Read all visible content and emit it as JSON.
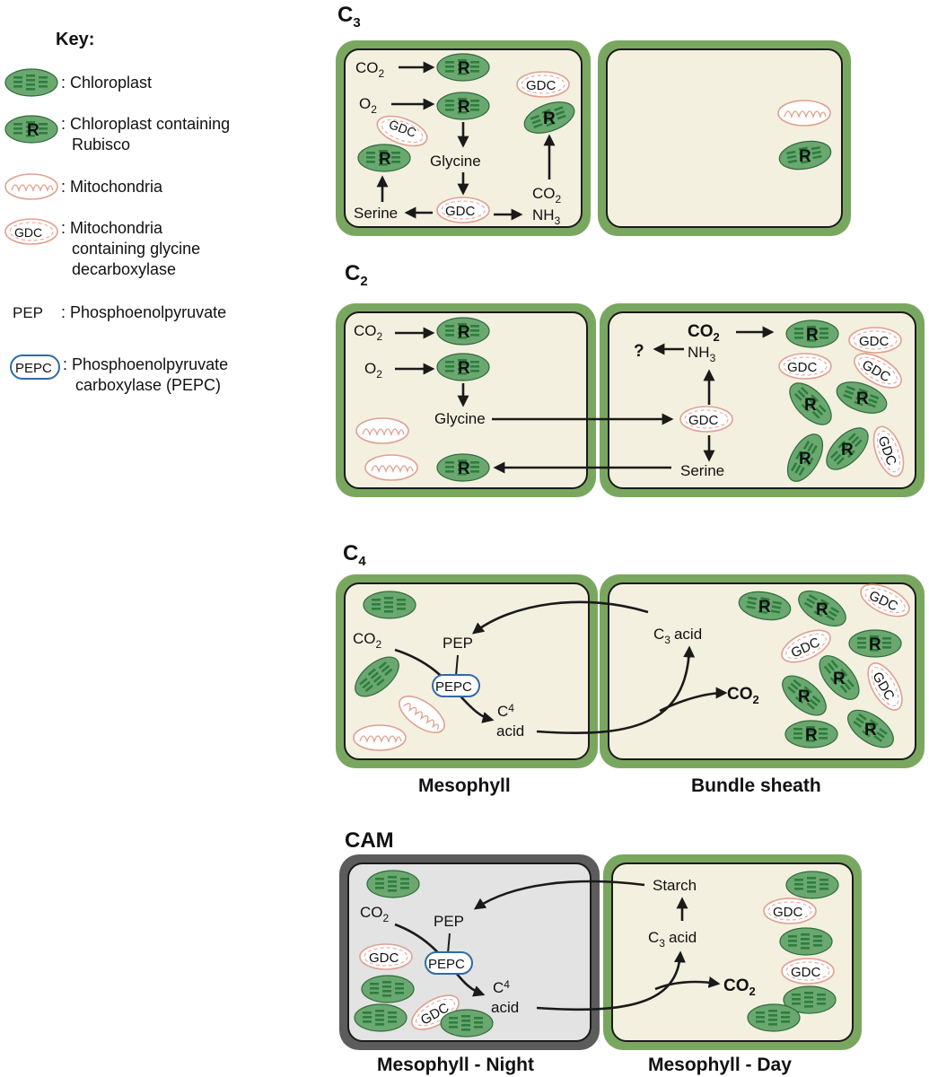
{
  "key": {
    "title": "Key:",
    "chloroplast": ": Chloroplast",
    "chloroplast_rubisco_1": ": Chloroplast containing",
    "chloroplast_rubisco_2": "Rubisco",
    "mitochondria": ": Mitochondria",
    "mito_gdc_1": ": Mitochondria",
    "mito_gdc_2": "containing glycine",
    "mito_gdc_3": "decarboxylase",
    "pep_symbol": "PEP",
    "pep_desc": ": Phosphoenolpyruvate",
    "pepc_symbol": "PEPC",
    "pepc_desc_1": ": Phosphoenolpyruvate",
    "pepc_desc_2": "carboxylase (PEPC)"
  },
  "labels": {
    "rubisco_mark": "R",
    "gdc": "GDC",
    "co2": "CO",
    "o2": "O",
    "sub2": "2",
    "sub3": "3",
    "sub4": "4",
    "nh": "NH",
    "glycine": "Glycine",
    "serine": "Serine",
    "question": "?",
    "pep": "PEP",
    "pepc": "PEPC",
    "c": "C",
    "acid": "acid",
    "c3acid": "acid",
    "starch": "Starch"
  },
  "sections": {
    "c3": {
      "title_main": "C",
      "title_sub": "3"
    },
    "c2": {
      "title_main": "C",
      "title_sub": "2"
    },
    "c4": {
      "title_main": "C",
      "title_sub": "4",
      "left_caption": "Mesophyll",
      "right_caption": "Bundle sheath"
    },
    "cam": {
      "title": "CAM",
      "left_caption": "Mesophyll - Night",
      "right_caption": "Mesophyll - Day"
    }
  },
  "colors": {
    "cell_border": "#7aa760",
    "cell_fill": "#f4f0e0",
    "night_border": "#5c5c5c",
    "night_fill": "#e3e3e3",
    "chloroplast": "#6aa870",
    "thylakoid": "#2e7d3e",
    "mito_stroke": "#e0a090",
    "pepc_stroke": "#2f6aa8"
  }
}
